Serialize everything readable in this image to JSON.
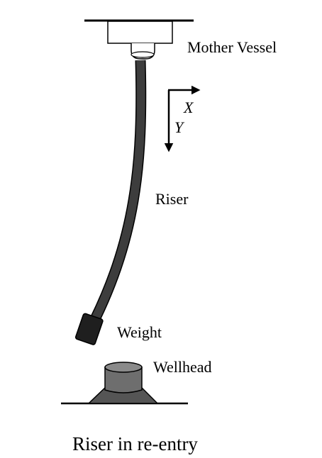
{
  "labels": {
    "mother_vessel": "Mother Vessel",
    "riser": "Riser",
    "weight": "Weight",
    "wellhead": "Wellhead",
    "axis_x": "X",
    "axis_y": "Y"
  },
  "caption": "Riser in re-entry",
  "colors": {
    "riser": "#3d3d3d",
    "weight": "#1f1f1f",
    "wellhead_base": "#555555",
    "wellhead_cylinder": "#6e6e6e",
    "line": "#000000"
  }
}
